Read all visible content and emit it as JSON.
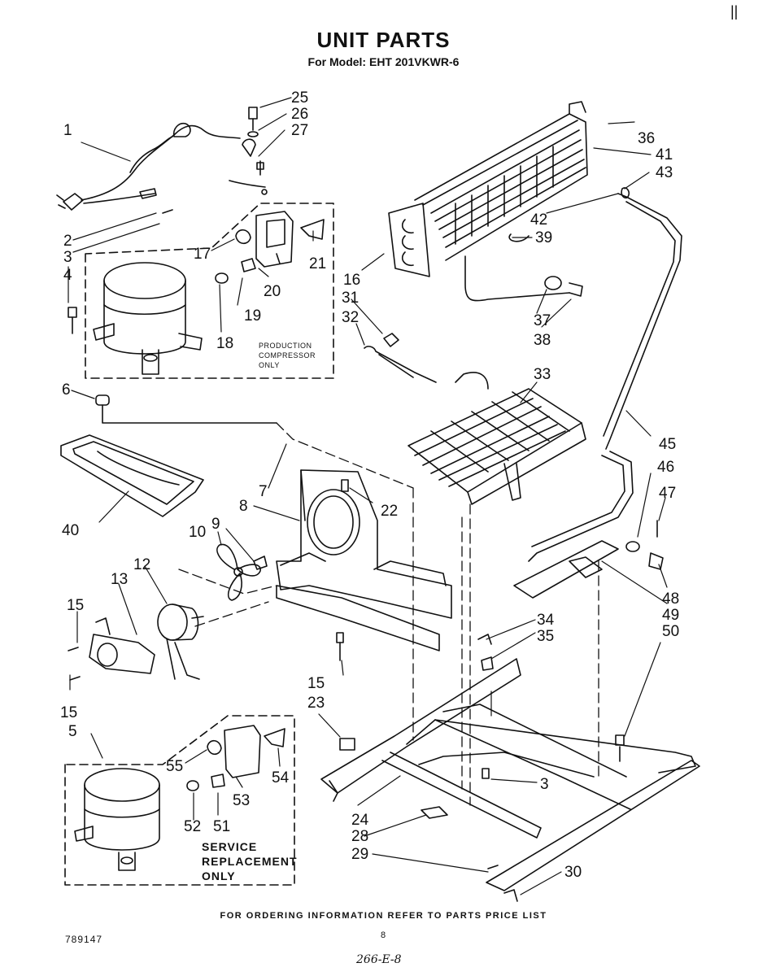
{
  "page": {
    "title": "UNIT PARTS",
    "subtitle": "For Model: EHT 201VKWR-6",
    "footer": "FOR ORDERING INFORMATION REFER TO PARTS PRICE LIST",
    "doc_number": "789147",
    "page_number": "8",
    "handwritten_note": "266-E-8",
    "corner_mark": "||"
  },
  "notes": {
    "production_box": [
      "PRODUCTION",
      "COMPRESSOR",
      "ONLY"
    ],
    "service_box": [
      "SERVICE",
      "REPLACEMENT",
      "ONLY"
    ]
  },
  "callouts": [
    {
      "id": "1"
    },
    {
      "id": "2"
    },
    {
      "id": "3"
    },
    {
      "id": "4"
    },
    {
      "id": "5"
    },
    {
      "id": "6"
    },
    {
      "id": "7"
    },
    {
      "id": "8"
    },
    {
      "id": "9"
    },
    {
      "id": "10"
    },
    {
      "id": "12"
    },
    {
      "id": "13"
    },
    {
      "id": "15a",
      "text": "15"
    },
    {
      "id": "15b",
      "text": "15"
    },
    {
      "id": "15c",
      "text": "15"
    },
    {
      "id": "16"
    },
    {
      "id": "17"
    },
    {
      "id": "18"
    },
    {
      "id": "19"
    },
    {
      "id": "20"
    },
    {
      "id": "21"
    },
    {
      "id": "22"
    },
    {
      "id": "23"
    },
    {
      "id": "24"
    },
    {
      "id": "25"
    },
    {
      "id": "26"
    },
    {
      "id": "27"
    },
    {
      "id": "28"
    },
    {
      "id": "29"
    },
    {
      "id": "30"
    },
    {
      "id": "31"
    },
    {
      "id": "32"
    },
    {
      "id": "33"
    },
    {
      "id": "34"
    },
    {
      "id": "35"
    },
    {
      "id": "36"
    },
    {
      "id": "37"
    },
    {
      "id": "38"
    },
    {
      "id": "39"
    },
    {
      "id": "3b",
      "text": "3"
    },
    {
      "id": "40"
    },
    {
      "id": "41"
    },
    {
      "id": "42"
    },
    {
      "id": "43"
    },
    {
      "id": "45"
    },
    {
      "id": "46"
    },
    {
      "id": "47"
    },
    {
      "id": "48"
    },
    {
      "id": "49"
    },
    {
      "id": "50"
    },
    {
      "id": "51"
    },
    {
      "id": "52"
    },
    {
      "id": "53"
    },
    {
      "id": "54"
    },
    {
      "id": "55"
    }
  ]
}
